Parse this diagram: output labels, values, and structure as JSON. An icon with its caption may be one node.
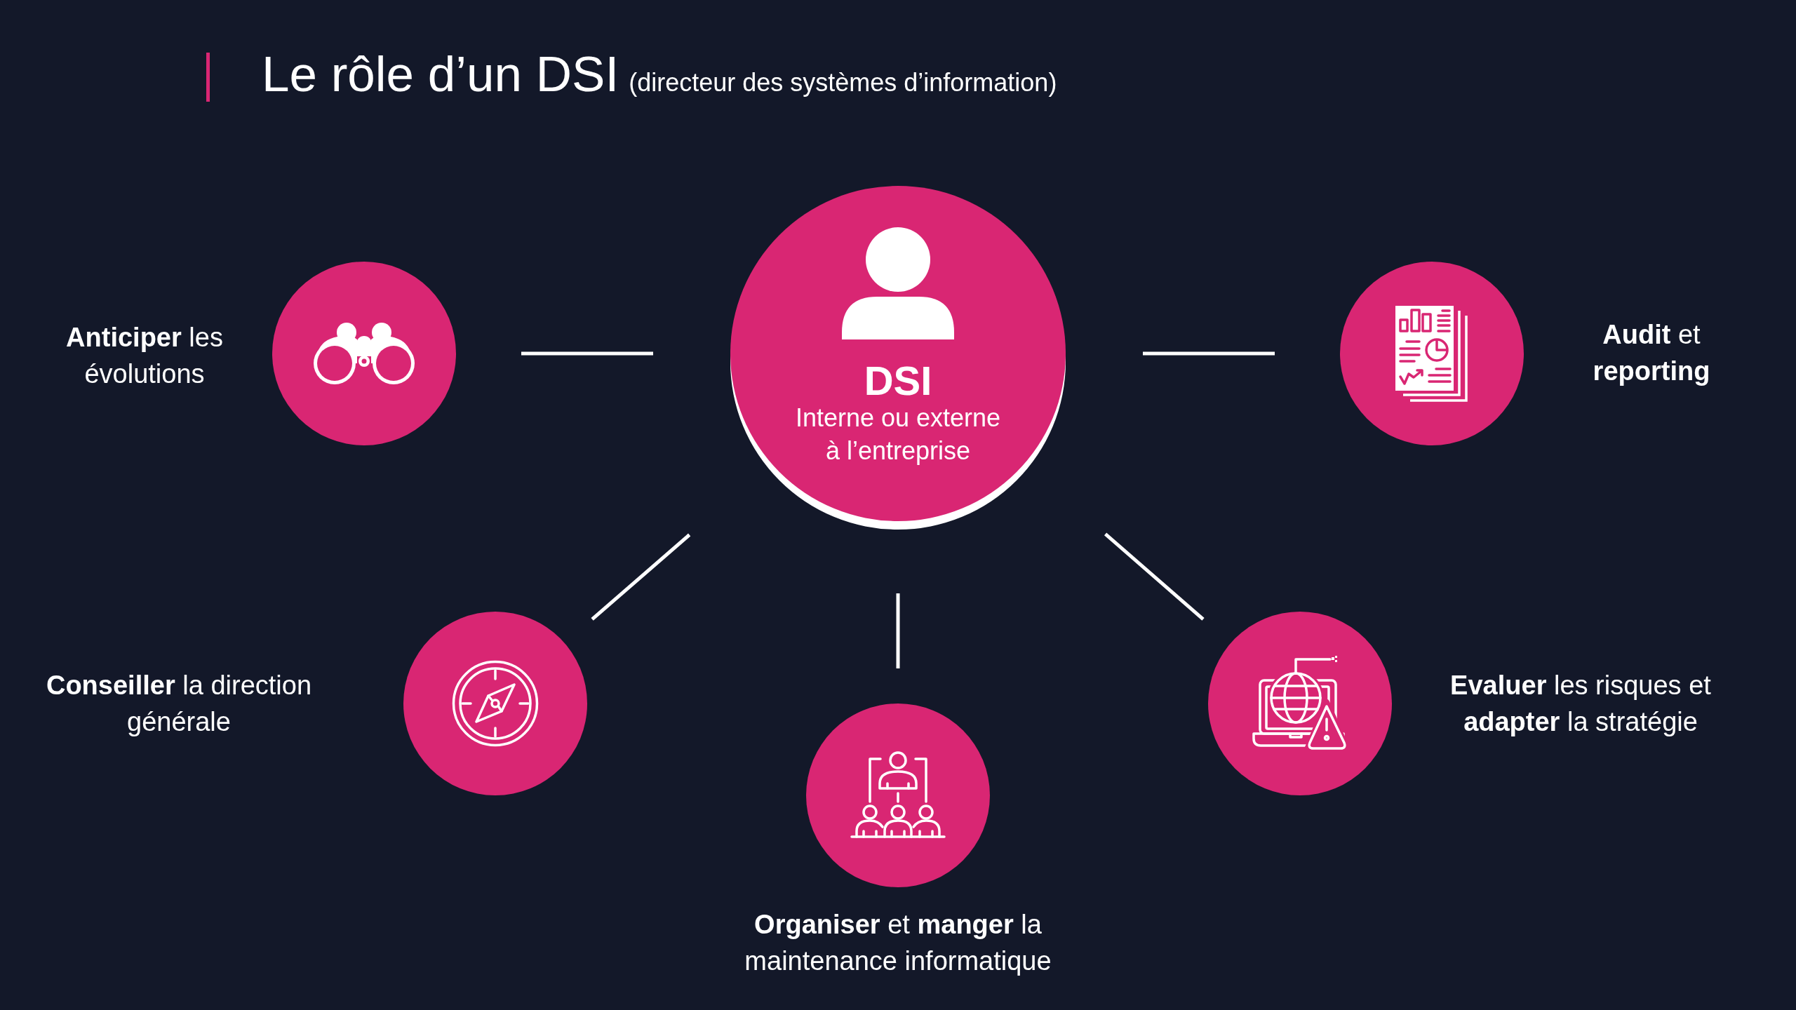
{
  "diagram": {
    "title": "Le rôle d’un DSI",
    "nodes": [
      {
        "text": [
          "DSI",
          "Interne ou externe à l’entreprise"
        ]
      },
      {
        "text": [],
        "shape": "circle",
        "beside": [
          "**Anticiper** les évolutions"
        ]
      },
      {
        "text": [],
        "shape": "circle",
        "beside": [
          "**Audit** et **reporting**"
        ]
      },
      {
        "text": [],
        "shape": "circle",
        "beside": [
          "**Conseiller** la direction générale"
        ]
      },
      {
        "text": [],
        "shape": "circle",
        "beside": [
          "**Organiser** et **manger** la maintenance informatique"
        ]
      },
      {
        "text": [],
        "shape": "circle",
        "beside": [
          "**Evaluer** les risques et **adapter** la stratégie"
        ]
      }
    ],
    "edges": [
      {
        "from": 0,
        "to": 1,
        "arrow": "none"
      },
      {
        "from": 0,
        "to": 2,
        "arrow": "none"
      },
      {
        "from": 0,
        "to": 3,
        "arrow": "none"
      },
      {
        "from": 0,
        "to": 4,
        "arrow": "none"
      },
      {
        "from": 0,
        "to": 5,
        "arrow": "none"
      }
    ],
    "labels": [
      "(directeur des systèmes d’information)"
    ]
  }
}
